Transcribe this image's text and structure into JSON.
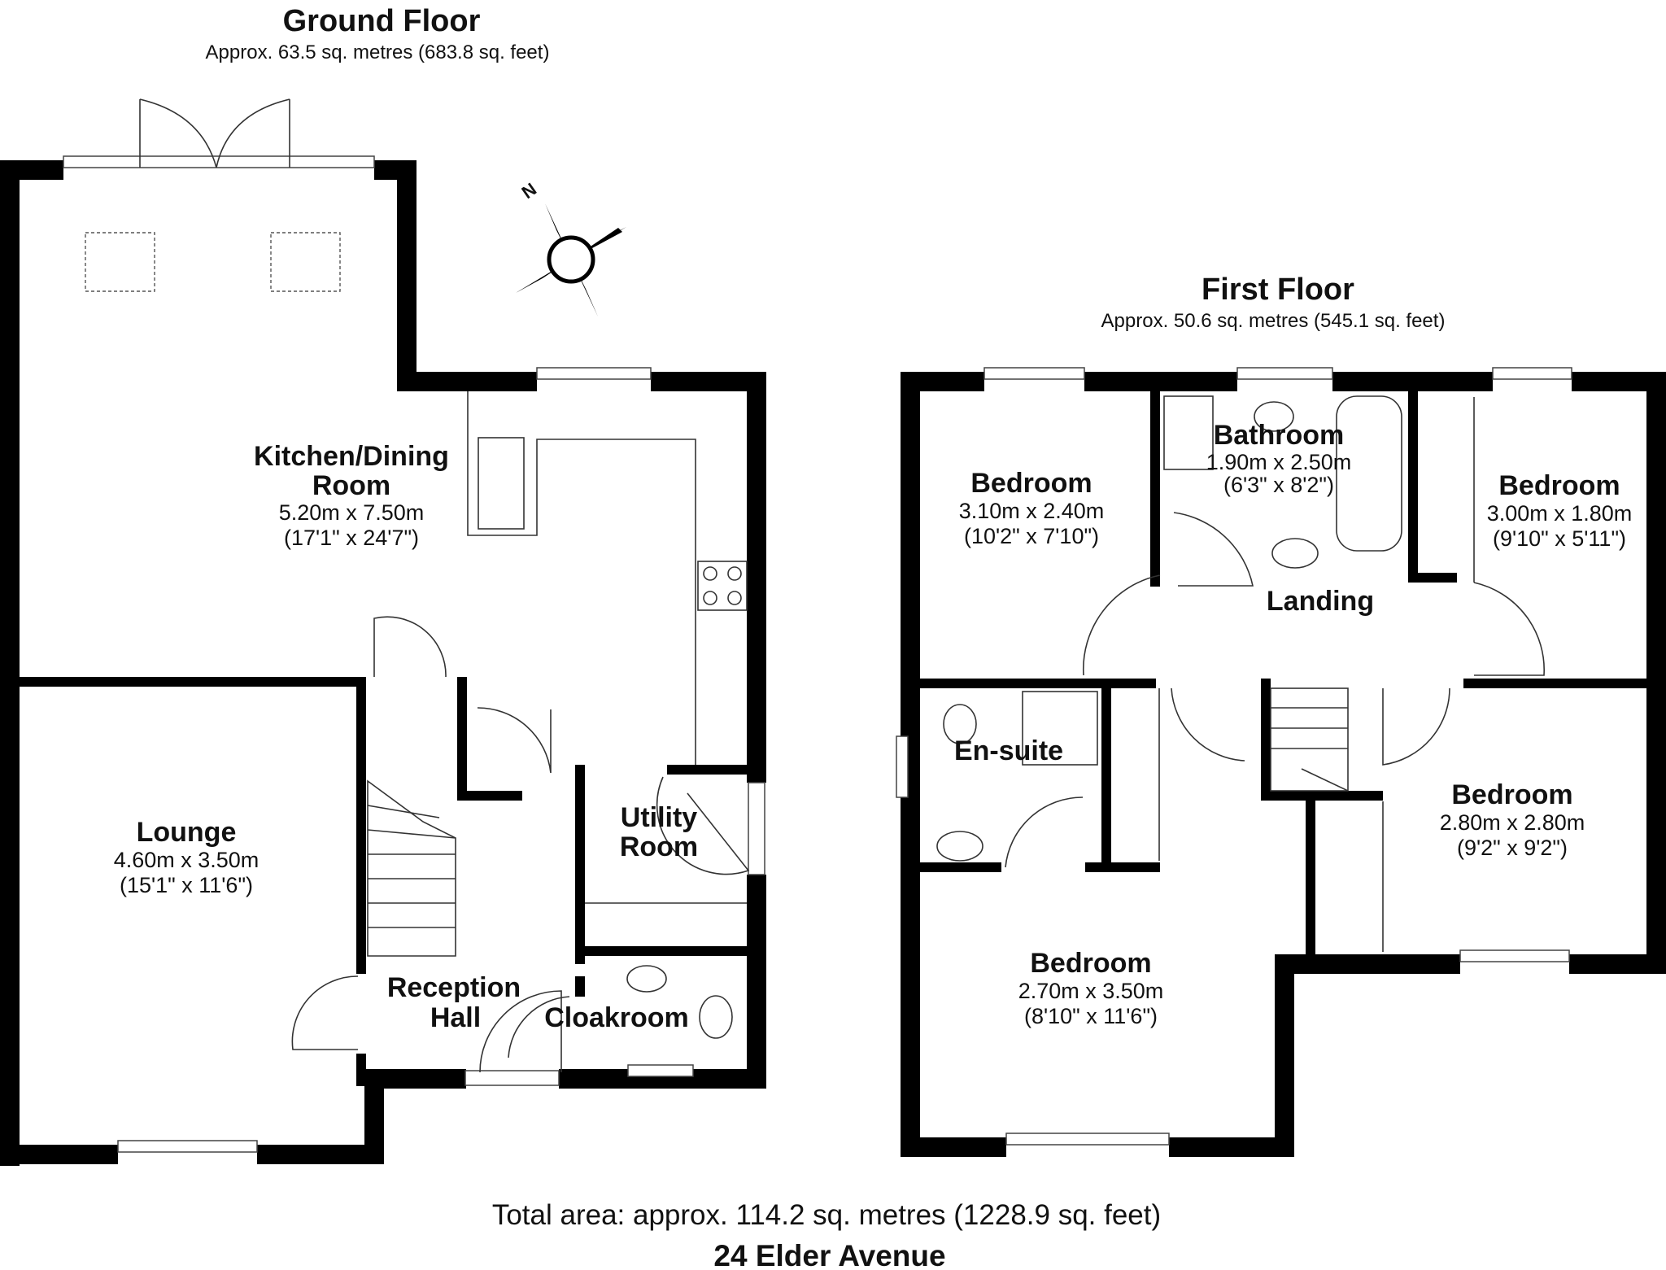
{
  "ground_floor": {
    "title": "Ground Floor",
    "area": "Approx. 63.5 sq. metres (683.8 sq. feet)",
    "rooms": [
      {
        "name_lines": [
          "Kitchen/Dining",
          "Room"
        ],
        "metric": "5.20m x 7.50m",
        "imperial": "(17'1\" x 24'7\")"
      },
      {
        "name_lines": [
          "Lounge"
        ],
        "metric": "4.60m x 3.50m",
        "imperial": "(15'1\" x 11'6\")"
      },
      {
        "name_lines": [
          "Utility",
          "Room"
        ]
      },
      {
        "name_lines": [
          "Reception",
          "Hall"
        ]
      },
      {
        "name_lines": [
          "Cloakroom"
        ]
      }
    ]
  },
  "first_floor": {
    "title": "First Floor",
    "area": "Approx. 50.6 sq. metres (545.1 sq. feet)",
    "rooms": [
      {
        "name_lines": [
          "Bedroom"
        ],
        "metric": "3.10m x 2.40m",
        "imperial": "(10'2\" x 7'10\")"
      },
      {
        "name_lines": [
          "Bathroom"
        ],
        "metric": "1.90m x 2.50m",
        "imperial": "(6'3\" x 8'2\")"
      },
      {
        "name_lines": [
          "Bedroom"
        ],
        "metric": "3.00m x 1.80m",
        "imperial": "(9'10\" x 5'11\")"
      },
      {
        "name_lines": [
          "Landing"
        ]
      },
      {
        "name_lines": [
          "En-suite"
        ]
      },
      {
        "name_lines": [
          "Bedroom"
        ],
        "metric": "2.80m x 2.80m",
        "imperial": "(9'2\" x 9'2\")"
      },
      {
        "name_lines": [
          "Bedroom"
        ],
        "metric": "2.70m x 3.50m",
        "imperial": "(8'10\" x 11'6\")"
      }
    ]
  },
  "compass": {
    "label": "N"
  },
  "footer": {
    "total_area": "Total area: approx. 114.2 sq. metres (1228.9 sq. feet)",
    "address": "24 Elder Avenue"
  }
}
